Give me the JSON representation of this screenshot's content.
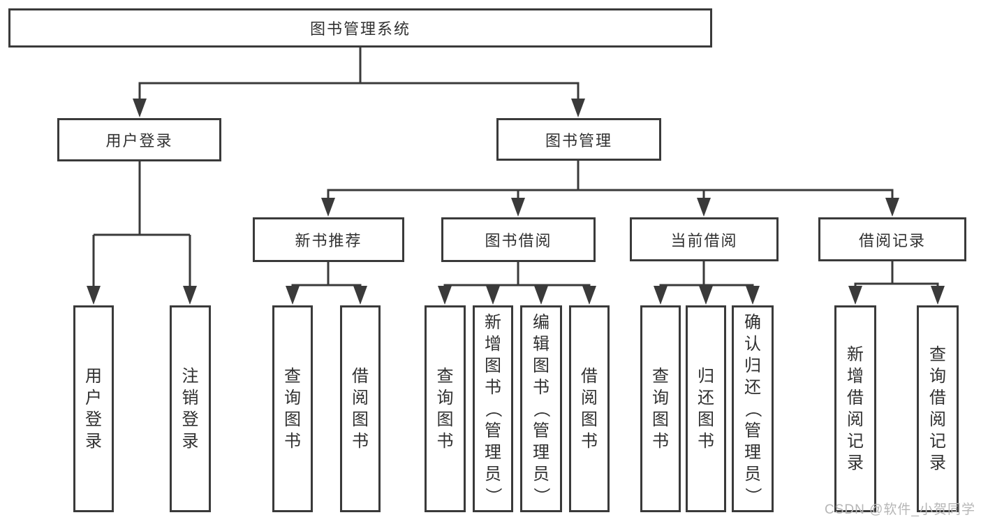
{
  "diagram": {
    "root": {
      "label": "图书管理系统"
    },
    "level2": [
      {
        "label": "用户登录"
      },
      {
        "label": "图书管理"
      }
    ],
    "level3": [
      {
        "label": "新书推荐"
      },
      {
        "label": "图书借阅"
      },
      {
        "label": "当前借阅"
      },
      {
        "label": "借阅记录"
      }
    ],
    "leaves": [
      {
        "label": "用户登录"
      },
      {
        "label": "注销登录"
      },
      {
        "label": "查询图书"
      },
      {
        "label": "借阅图书"
      },
      {
        "label": "查询图书"
      },
      {
        "label": "新增图书（管理员）"
      },
      {
        "label": "编辑图书（管理员）"
      },
      {
        "label": "借阅图书"
      },
      {
        "label": "查询图书"
      },
      {
        "label": "归还图书"
      },
      {
        "label": "确认归还（管理员）"
      },
      {
        "label": "新增借阅记录"
      },
      {
        "label": "查询借阅记录"
      }
    ]
  },
  "watermark": {
    "text": "CSDN @软件_小贺同学"
  },
  "colors": {
    "line": "#3a3a3a",
    "box_border": "#3a3a3a",
    "text": "#303030",
    "watermark": "#b6b6b6",
    "background": "#ffffff"
  }
}
